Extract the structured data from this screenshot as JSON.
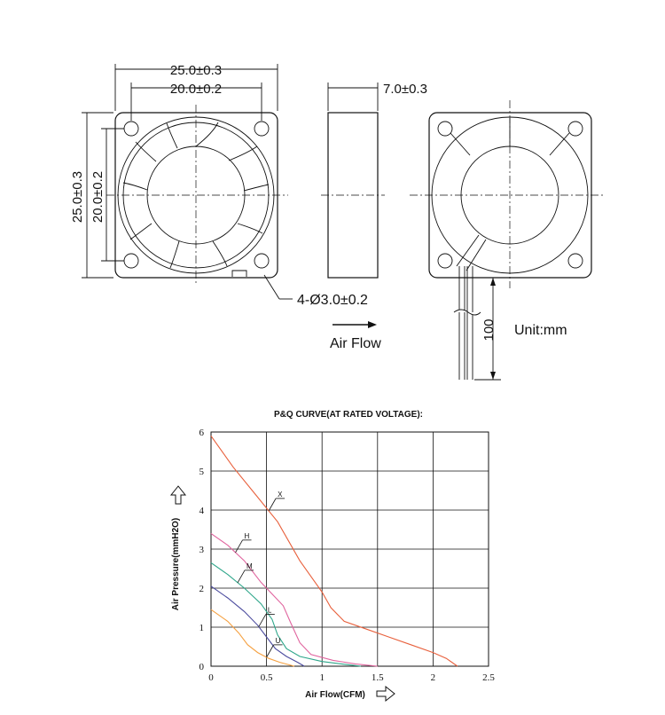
{
  "dimensions": {
    "outer_size": "25.0±0.3",
    "hole_pitch": "20.0±0.2",
    "thickness": "7.0±0.3",
    "holes": "4-Ø3.0±0.2",
    "lead_length": "100",
    "unit": "Unit:mm",
    "airflow_label": "Air  Flow"
  },
  "chart_data": {
    "type": "line",
    "title": "P&Q CURVE(AT RATED VOLTAGE):",
    "xlabel": "Air Flow(CFM)",
    "ylabel": "Air Pressure(mmH2O)",
    "xlim": [
      0,
      2.5
    ],
    "ylim": [
      0,
      6
    ],
    "x_ticks": [
      "0",
      "0.5",
      "1",
      "1.5",
      "2",
      "2.5"
    ],
    "y_ticks": [
      "0",
      "1",
      "2",
      "3",
      "4",
      "5",
      "6"
    ],
    "grid": true,
    "series": [
      {
        "name": "X",
        "color": "#e8603c",
        "points": [
          [
            0,
            5.9
          ],
          [
            0.2,
            5.1
          ],
          [
            0.4,
            4.4
          ],
          [
            0.6,
            3.7
          ],
          [
            0.8,
            2.7
          ],
          [
            1.0,
            1.9
          ],
          [
            1.08,
            1.5
          ],
          [
            1.2,
            1.15
          ],
          [
            1.4,
            0.95
          ],
          [
            1.6,
            0.75
          ],
          [
            1.8,
            0.55
          ],
          [
            2.0,
            0.35
          ],
          [
            2.12,
            0.2
          ],
          [
            2.22,
            0.0
          ]
        ]
      },
      {
        "name": "H",
        "color": "#e0649e",
        "points": [
          [
            0,
            3.4
          ],
          [
            0.15,
            3.1
          ],
          [
            0.3,
            2.7
          ],
          [
            0.45,
            2.15
          ],
          [
            0.55,
            1.85
          ],
          [
            0.65,
            1.55
          ],
          [
            0.72,
            1.1
          ],
          [
            0.8,
            0.6
          ],
          [
            0.9,
            0.3
          ],
          [
            1.1,
            0.15
          ],
          [
            1.3,
            0.06
          ],
          [
            1.5,
            0.0
          ]
        ]
      },
      {
        "name": "M",
        "color": "#2ea68a",
        "points": [
          [
            0,
            2.65
          ],
          [
            0.15,
            2.35
          ],
          [
            0.3,
            2.0
          ],
          [
            0.45,
            1.6
          ],
          [
            0.55,
            1.2
          ],
          [
            0.6,
            0.8
          ],
          [
            0.68,
            0.45
          ],
          [
            0.8,
            0.25
          ],
          [
            1.0,
            0.12
          ],
          [
            1.2,
            0.05
          ],
          [
            1.35,
            0.0
          ]
        ]
      },
      {
        "name": "L",
        "color": "#4b4b9e",
        "points": [
          [
            0,
            2.05
          ],
          [
            0.15,
            1.75
          ],
          [
            0.3,
            1.4
          ],
          [
            0.42,
            1.05
          ],
          [
            0.5,
            0.75
          ],
          [
            0.58,
            0.45
          ],
          [
            0.68,
            0.25
          ],
          [
            0.78,
            0.1
          ],
          [
            0.84,
            0.0
          ]
        ]
      },
      {
        "name": "U",
        "color": "#f5a040",
        "points": [
          [
            0,
            1.45
          ],
          [
            0.15,
            1.15
          ],
          [
            0.25,
            0.85
          ],
          [
            0.33,
            0.55
          ],
          [
            0.42,
            0.35
          ],
          [
            0.52,
            0.2
          ],
          [
            0.62,
            0.1
          ],
          [
            0.75,
            0.0
          ]
        ]
      }
    ]
  }
}
